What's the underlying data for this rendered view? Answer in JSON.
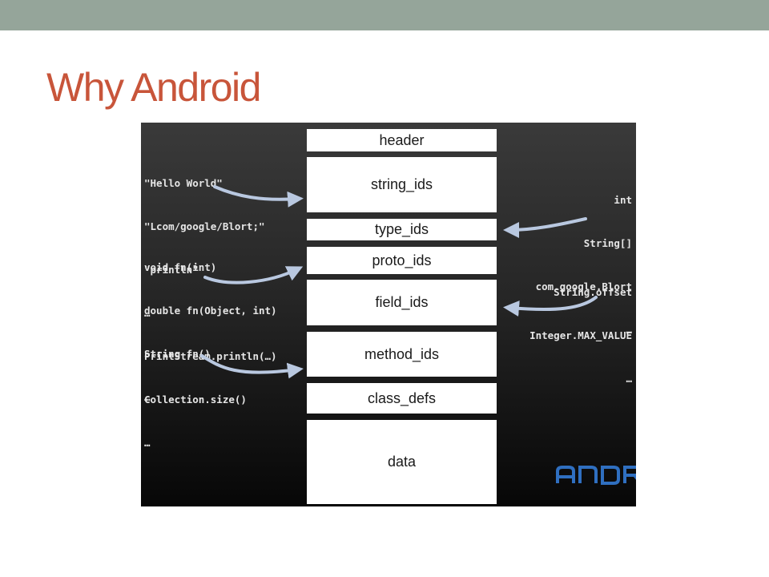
{
  "slide": {
    "title": "Why Android"
  },
  "diagram": {
    "blocks": [
      "header",
      "string_ids",
      "type_ids",
      "proto_ids",
      "field_ids",
      "method_ids",
      "class_defs",
      "data"
    ],
    "left_groups": [
      [
        "\"Hello World\"",
        "\"Lcom/google/Blort;\"",
        "\"println\"",
        "…"
      ],
      [
        "void fn(int)",
        "double fn(Object, int)",
        "String fn()",
        "…"
      ],
      [
        "PrintStream.println(…)",
        "Collection.size()",
        "…"
      ]
    ],
    "right_groups": [
      [
        "int",
        "String[]",
        "com.google.Blort",
        "…"
      ],
      [
        "String.offset",
        "Integer.MAX_VALUE",
        "…"
      ]
    ],
    "logo_text": "android",
    "colors": {
      "title": "#c8553a",
      "top_bar": "#95a59a",
      "arrow": "#b9c8e0",
      "logo": "#2f6fc0"
    }
  }
}
